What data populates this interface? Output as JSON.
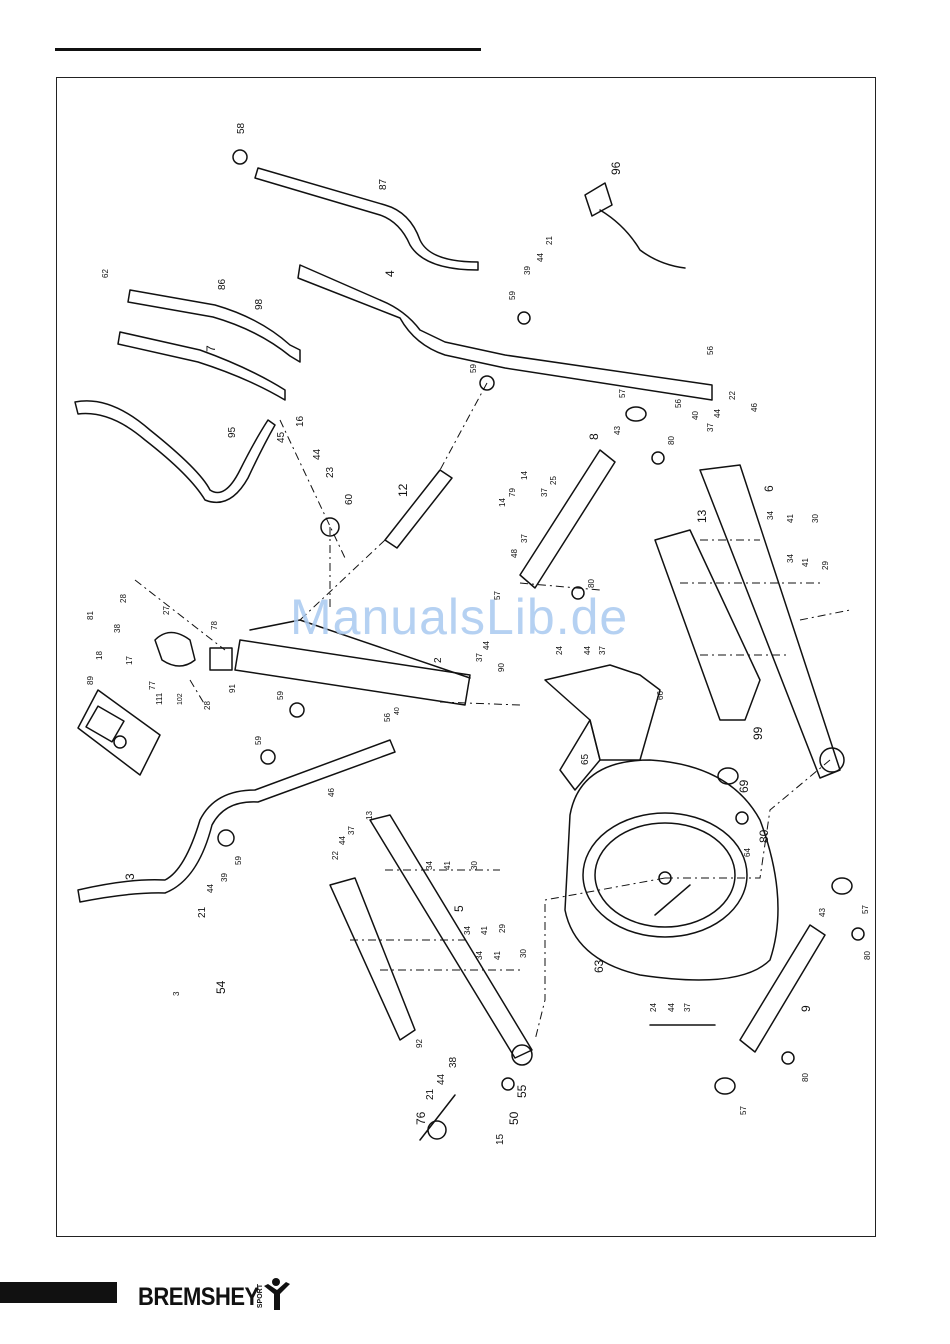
{
  "watermark": "ManualsLib.de",
  "brand": {
    "name": "BREMSHEY",
    "sub": "SPORT"
  },
  "parts": {
    "p58": "58",
    "p87": "87",
    "p96": "96",
    "p62": "62",
    "p86": "86",
    "p98": "98",
    "p4": "4",
    "p7": "7",
    "p21a": "21",
    "p39a": "39",
    "p44a": "44",
    "p59a": "59",
    "p95": "95",
    "p16": "16",
    "p45": "45",
    "p44b": "44",
    "p23": "23",
    "p60": "60",
    "p59b": "59",
    "p12": "12",
    "p56a": "56",
    "p57a": "57",
    "p56b": "56",
    "p40a": "40",
    "p44c": "44",
    "p22a": "22",
    "p46a": "46",
    "p37a": "37",
    "p43a": "43",
    "p80a": "80",
    "p8": "8",
    "p13a": "13",
    "p6": "6",
    "p34a": "34",
    "p41a": "41",
    "p30a": "30",
    "p34b": "34",
    "p41b": "41",
    "p29a": "29",
    "p14a": "14",
    "p79": "79",
    "p14b": "14",
    "p37b": "37",
    "p25": "25",
    "p48": "48",
    "p37c": "37",
    "p57b": "57",
    "p80b": "80",
    "p81": "81",
    "p38a": "38",
    "p28a": "28",
    "p27": "27",
    "p78": "78",
    "p18": "18",
    "p17": "17",
    "p89": "89",
    "p77": "77",
    "p111": "111",
    "p102": "102",
    "p28b": "28",
    "p91": "91",
    "p59c": "59",
    "p2": "2",
    "p37d": "37",
    "p44d": "44",
    "p24a": "24",
    "p44e": "44",
    "p37e": "37",
    "p90": "90",
    "p66": "66",
    "p99": "99",
    "p59d": "59",
    "p56c": "56",
    "p40b": "40",
    "p3": "3",
    "p59e": "59",
    "p39b": "39",
    "p44f": "44",
    "p21b": "21",
    "p46b": "46",
    "p13b": "13",
    "p37f": "37",
    "p44g": "44",
    "p22b": "22",
    "p34c": "34",
    "p41c": "41",
    "p30b": "30",
    "p5": "5",
    "p34d": "34",
    "p41d": "41",
    "p29b": "29",
    "p34e": "34",
    "p41e": "41",
    "p30c": "30",
    "p65": "65",
    "p69": "69",
    "p80c": "80",
    "p64": "64",
    "p63": "63",
    "p43b": "43",
    "p57c": "57",
    "p80d": "80",
    "p9": "9",
    "p24b": "24",
    "p44h": "44",
    "p37g": "37",
    "p80e": "80",
    "p57d": "57",
    "p92": "92",
    "p38b": "38",
    "p44i": "44",
    "p21c": "21",
    "p76": "76",
    "p15": "15",
    "p50": "50",
    "p55": "55",
    "p54": "54",
    "p3b": "3"
  }
}
